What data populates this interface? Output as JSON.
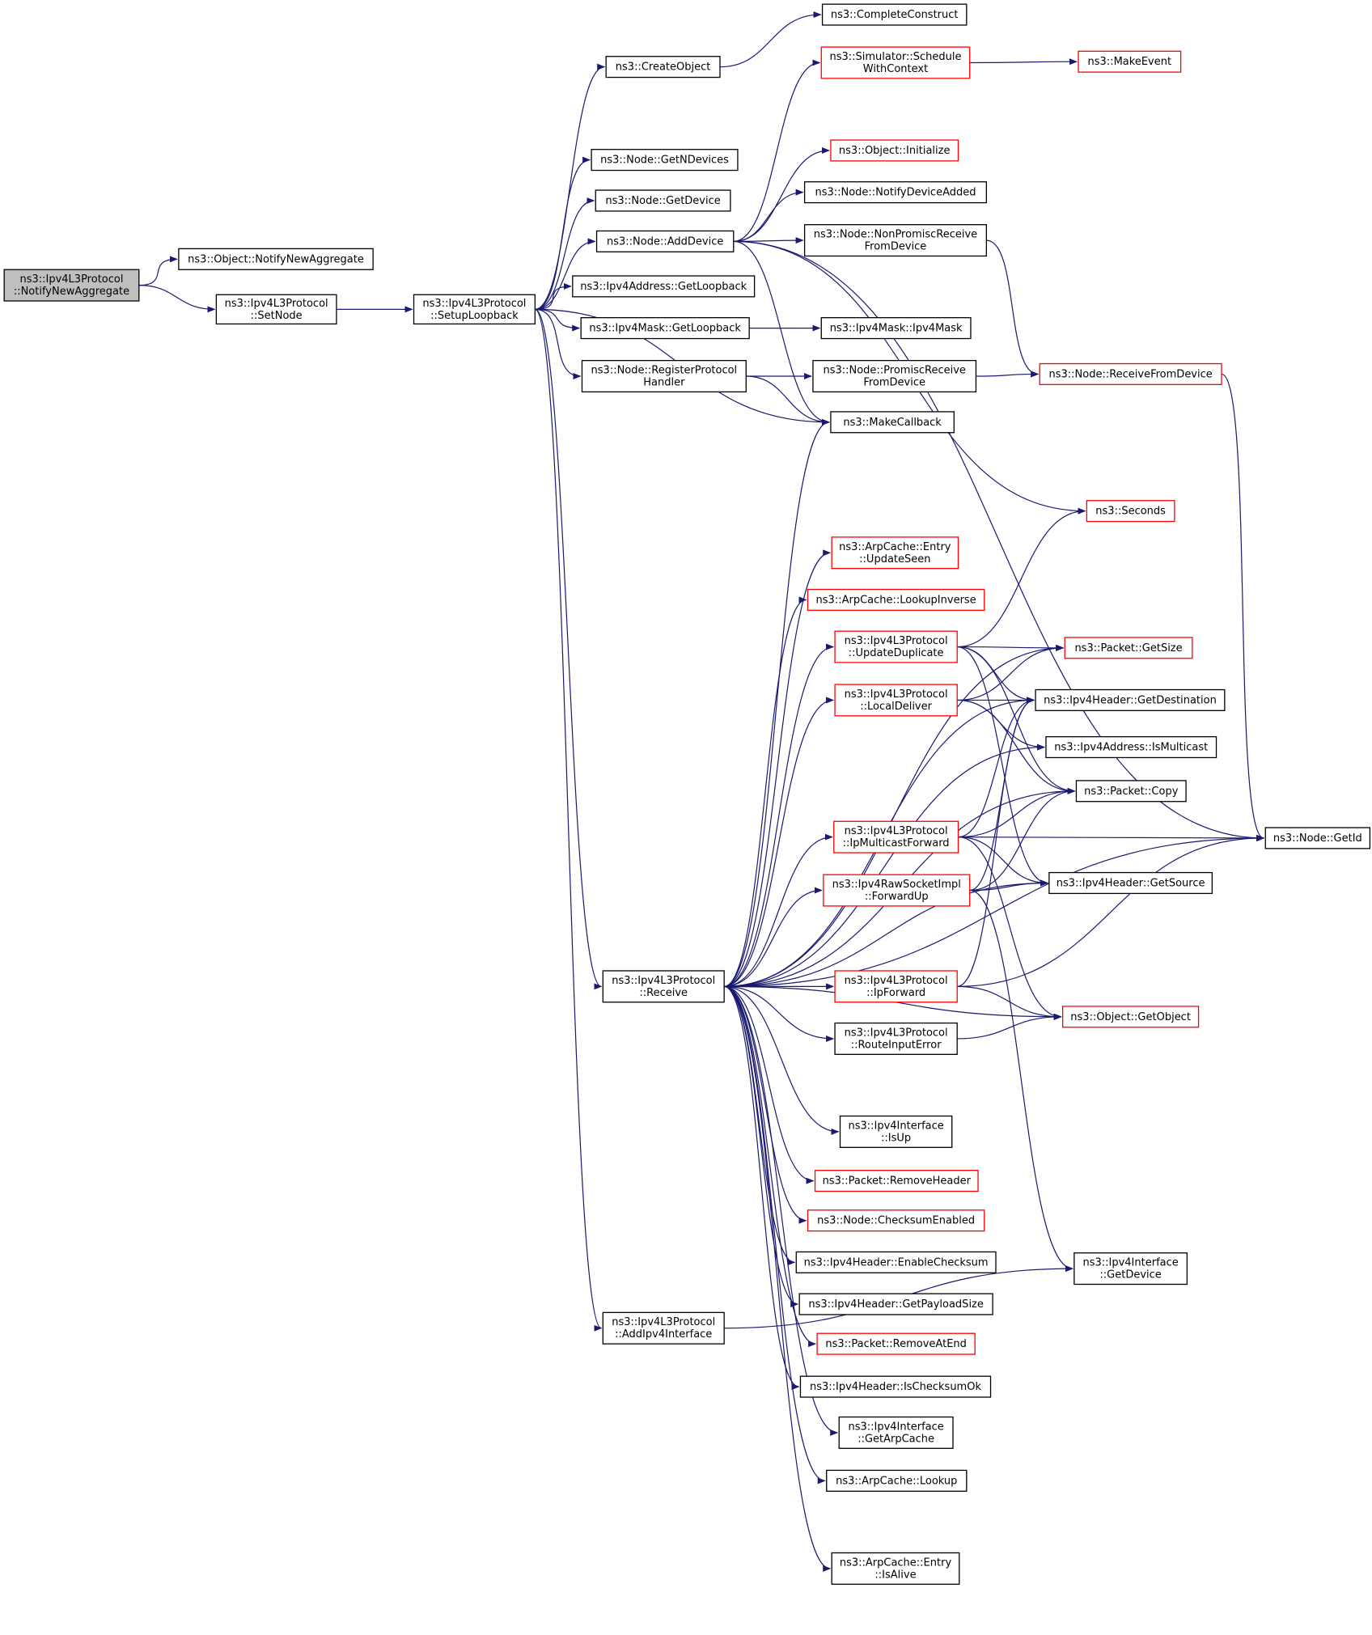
{
  "colors": {
    "edge": "#191970",
    "normal_border": "#000000",
    "truncated_border": "#ff0000",
    "root_fill": "#bfbfbf",
    "node_fill": "#ffffff"
  },
  "nodes": [
    {
      "id": "notify",
      "lines": [
        "ns3::Ipv4L3Protocol",
        "::NotifyNewAggregate"
      ],
      "style": "root"
    },
    {
      "id": "objNotify",
      "lines": [
        "ns3::Object::NotifyNewAggregate"
      ],
      "style": "normal"
    },
    {
      "id": "setNode",
      "lines": [
        "ns3::Ipv4L3Protocol",
        "::SetNode"
      ],
      "style": "normal"
    },
    {
      "id": "setupLoop",
      "lines": [
        "ns3::Ipv4L3Protocol",
        "::SetupLoopback"
      ],
      "style": "normal"
    },
    {
      "id": "createObj",
      "lines": [
        "ns3::CreateObject"
      ],
      "style": "normal"
    },
    {
      "id": "complete",
      "lines": [
        "ns3::CompleteConstruct"
      ],
      "style": "normal"
    },
    {
      "id": "schedule",
      "lines": [
        "ns3::Simulator::Schedule",
        "WithContext"
      ],
      "style": "truncated"
    },
    {
      "id": "makeEvent",
      "lines": [
        "ns3::MakeEvent"
      ],
      "style": "truncated"
    },
    {
      "id": "getN",
      "lines": [
        "ns3::Node::GetNDevices"
      ],
      "style": "normal"
    },
    {
      "id": "objInit",
      "lines": [
        "ns3::Object::Initialize"
      ],
      "style": "truncated"
    },
    {
      "id": "getDev",
      "lines": [
        "ns3::Node::GetDevice"
      ],
      "style": "normal"
    },
    {
      "id": "notifyDev",
      "lines": [
        "ns3::Node::NotifyDeviceAdded"
      ],
      "style": "normal"
    },
    {
      "id": "addDev",
      "lines": [
        "ns3::Node::AddDevice"
      ],
      "style": "normal"
    },
    {
      "id": "nonPromisc",
      "lines": [
        "ns3::Node::NonPromiscReceive",
        "FromDevice"
      ],
      "style": "normal"
    },
    {
      "id": "addrLoop",
      "lines": [
        "ns3::Ipv4Address::GetLoopback"
      ],
      "style": "normal"
    },
    {
      "id": "maskLoop",
      "lines": [
        "ns3::Ipv4Mask::GetLoopback"
      ],
      "style": "normal"
    },
    {
      "id": "maskCtor",
      "lines": [
        "ns3::Ipv4Mask::Ipv4Mask"
      ],
      "style": "normal"
    },
    {
      "id": "regProto",
      "lines": [
        "ns3::Node::RegisterProtocol",
        "Handler"
      ],
      "style": "normal"
    },
    {
      "id": "promisc",
      "lines": [
        "ns3::Node::PromiscReceive",
        "FromDevice"
      ],
      "style": "normal"
    },
    {
      "id": "recvFrom",
      "lines": [
        "ns3::Node::ReceiveFromDevice"
      ],
      "style": "truncated"
    },
    {
      "id": "makeCb",
      "lines": [
        "ns3::MakeCallback"
      ],
      "style": "normal"
    },
    {
      "id": "seconds",
      "lines": [
        "ns3::Seconds"
      ],
      "style": "truncated"
    },
    {
      "id": "updSeen",
      "lines": [
        "ns3::ArpCache::Entry",
        "::UpdateSeen"
      ],
      "style": "truncated"
    },
    {
      "id": "lookInv",
      "lines": [
        "ns3::ArpCache::LookupInverse"
      ],
      "style": "truncated"
    },
    {
      "id": "updDup",
      "lines": [
        "ns3::Ipv4L3Protocol",
        "::UpdateDuplicate"
      ],
      "style": "truncated"
    },
    {
      "id": "getSize",
      "lines": [
        "ns3::Packet::GetSize"
      ],
      "style": "truncated"
    },
    {
      "id": "localDel",
      "lines": [
        "ns3::Ipv4L3Protocol",
        "::LocalDeliver"
      ],
      "style": "truncated"
    },
    {
      "id": "getDest",
      "lines": [
        "ns3::Ipv4Header::GetDestination"
      ],
      "style": "normal"
    },
    {
      "id": "isMcast",
      "lines": [
        "ns3::Ipv4Address::IsMulticast"
      ],
      "style": "normal"
    },
    {
      "id": "copy",
      "lines": [
        "ns3::Packet::Copy"
      ],
      "style": "normal"
    },
    {
      "id": "ipMcast",
      "lines": [
        "ns3::Ipv4L3Protocol",
        "::IpMulticastForward"
      ],
      "style": "truncated"
    },
    {
      "id": "getId",
      "lines": [
        "ns3::Node::GetId"
      ],
      "style": "normal"
    },
    {
      "id": "rawFwd",
      "lines": [
        "ns3::Ipv4RawSocketImpl",
        "::ForwardUp"
      ],
      "style": "truncated"
    },
    {
      "id": "getSrc",
      "lines": [
        "ns3::Ipv4Header::GetSource"
      ],
      "style": "normal"
    },
    {
      "id": "receive",
      "lines": [
        "ns3::Ipv4L3Protocol",
        "::Receive"
      ],
      "style": "normal"
    },
    {
      "id": "ipFwd",
      "lines": [
        "ns3::Ipv4L3Protocol",
        "::IpForward"
      ],
      "style": "truncated"
    },
    {
      "id": "getObj",
      "lines": [
        "ns3::Object::GetObject"
      ],
      "style": "truncated"
    },
    {
      "id": "routeErr",
      "lines": [
        "ns3::Ipv4L3Protocol",
        "::RouteInputError"
      ],
      "style": "normal"
    },
    {
      "id": "isUp",
      "lines": [
        "ns3::Ipv4Interface",
        "::IsUp"
      ],
      "style": "normal"
    },
    {
      "id": "remHdr",
      "lines": [
        "ns3::Packet::RemoveHeader"
      ],
      "style": "truncated"
    },
    {
      "id": "chkEn",
      "lines": [
        "ns3::Node::ChecksumEnabled"
      ],
      "style": "truncated"
    },
    {
      "id": "enChk",
      "lines": [
        "ns3::Ipv4Header::EnableChecksum"
      ],
      "style": "normal"
    },
    {
      "id": "ifDev",
      "lines": [
        "ns3::Ipv4Interface",
        "::GetDevice"
      ],
      "style": "normal"
    },
    {
      "id": "payload",
      "lines": [
        "ns3::Ipv4Header::GetPayloadSize"
      ],
      "style": "normal"
    },
    {
      "id": "addIf",
      "lines": [
        "ns3::Ipv4L3Protocol",
        "::AddIpv4Interface"
      ],
      "style": "normal"
    },
    {
      "id": "remEnd",
      "lines": [
        "ns3::Packet::RemoveAtEnd"
      ],
      "style": "truncated"
    },
    {
      "id": "chkOk",
      "lines": [
        "ns3::Ipv4Header::IsChecksumOk"
      ],
      "style": "normal"
    },
    {
      "id": "arpCache",
      "lines": [
        "ns3::Ipv4Interface",
        "::GetArpCache"
      ],
      "style": "normal"
    },
    {
      "id": "lookup",
      "lines": [
        "ns3::ArpCache::Lookup"
      ],
      "style": "normal"
    },
    {
      "id": "isAlive",
      "lines": [
        "ns3::ArpCache::Entry",
        "::IsAlive"
      ],
      "style": "normal"
    }
  ],
  "edges": [
    [
      "notify",
      "objNotify"
    ],
    [
      "notify",
      "setNode"
    ],
    [
      "setNode",
      "setupLoop"
    ],
    [
      "setupLoop",
      "createObj"
    ],
    [
      "setupLoop",
      "getN"
    ],
    [
      "setupLoop",
      "getDev"
    ],
    [
      "setupLoop",
      "addDev"
    ],
    [
      "setupLoop",
      "addrLoop"
    ],
    [
      "setupLoop",
      "maskLoop"
    ],
    [
      "setupLoop",
      "regProto"
    ],
    [
      "setupLoop",
      "makeCb"
    ],
    [
      "setupLoop",
      "receive"
    ],
    [
      "setupLoop",
      "addIf"
    ],
    [
      "createObj",
      "complete"
    ],
    [
      "addDev",
      "schedule"
    ],
    [
      "addDev",
      "getId"
    ],
    [
      "addDev",
      "objInit"
    ],
    [
      "addDev",
      "notifyDev"
    ],
    [
      "addDev",
      "nonPromisc"
    ],
    [
      "addDev",
      "makeCb"
    ],
    [
      "addDev",
      "seconds"
    ],
    [
      "schedule",
      "makeEvent"
    ],
    [
      "nonPromisc",
      "recvFrom"
    ],
    [
      "maskLoop",
      "maskCtor"
    ],
    [
      "regProto",
      "promisc"
    ],
    [
      "regProto",
      "makeCb"
    ],
    [
      "promisc",
      "recvFrom"
    ],
    [
      "recvFrom",
      "getId"
    ],
    [
      "receive",
      "makeCb"
    ],
    [
      "receive",
      "getSize"
    ],
    [
      "receive",
      "getDest"
    ],
    [
      "receive",
      "updSeen"
    ],
    [
      "receive",
      "lookInv"
    ],
    [
      "receive",
      "updDup"
    ],
    [
      "receive",
      "localDel"
    ],
    [
      "receive",
      "isMcast"
    ],
    [
      "receive",
      "copy"
    ],
    [
      "receive",
      "ipMcast"
    ],
    [
      "receive",
      "rawFwd"
    ],
    [
      "receive",
      "getSrc"
    ],
    [
      "receive",
      "ipFwd"
    ],
    [
      "receive",
      "routeErr"
    ],
    [
      "receive",
      "getObj"
    ],
    [
      "receive",
      "isUp"
    ],
    [
      "receive",
      "remHdr"
    ],
    [
      "receive",
      "chkEn"
    ],
    [
      "receive",
      "enChk"
    ],
    [
      "receive",
      "payload"
    ],
    [
      "receive",
      "remEnd"
    ],
    [
      "receive",
      "chkOk"
    ],
    [
      "receive",
      "arpCache"
    ],
    [
      "receive",
      "lookup"
    ],
    [
      "receive",
      "getId"
    ],
    [
      "receive",
      "isAlive"
    ],
    [
      "updDup",
      "seconds"
    ],
    [
      "updDup",
      "getSize"
    ],
    [
      "updDup",
      "getDest"
    ],
    [
      "updDup",
      "copy"
    ],
    [
      "updDup",
      "getSrc"
    ],
    [
      "localDel",
      "getSize"
    ],
    [
      "localDel",
      "getDest"
    ],
    [
      "localDel",
      "isMcast"
    ],
    [
      "localDel",
      "copy"
    ],
    [
      "ipMcast",
      "getDest"
    ],
    [
      "ipMcast",
      "copy"
    ],
    [
      "ipMcast",
      "getId"
    ],
    [
      "ipMcast",
      "getSrc"
    ],
    [
      "ipMcast",
      "getObj"
    ],
    [
      "rawFwd",
      "getDest"
    ],
    [
      "rawFwd",
      "copy"
    ],
    [
      "rawFwd",
      "getSrc"
    ],
    [
      "rawFwd",
      "ifDev"
    ],
    [
      "ipFwd",
      "getDest"
    ],
    [
      "ipFwd",
      "getId"
    ],
    [
      "ipFwd",
      "getObj"
    ],
    [
      "routeErr",
      "getObj"
    ],
    [
      "addIf",
      "ifDev"
    ]
  ]
}
